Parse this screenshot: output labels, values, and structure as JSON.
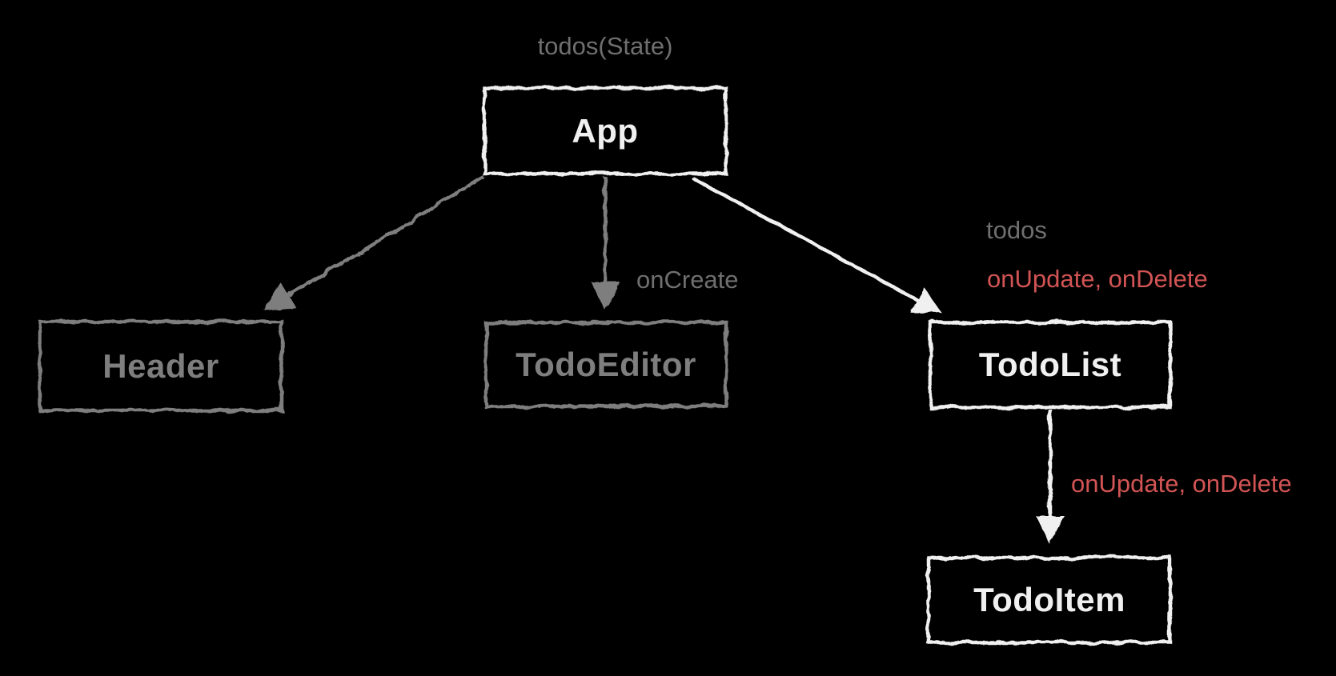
{
  "diagram": {
    "type": "component-tree",
    "nodes": [
      {
        "id": "app",
        "label": "App",
        "tone": "white"
      },
      {
        "id": "header",
        "label": "Header",
        "tone": "gray"
      },
      {
        "id": "todo-editor",
        "label": "TodoEditor",
        "tone": "gray"
      },
      {
        "id": "todo-list",
        "label": "TodoList",
        "tone": "white"
      },
      {
        "id": "todo-item",
        "label": "TodoItem",
        "tone": "white"
      }
    ],
    "edges": [
      {
        "from": "app",
        "to": "header",
        "tone": "gray"
      },
      {
        "from": "app",
        "to": "todo-editor",
        "tone": "gray",
        "label": "onCreate"
      },
      {
        "from": "app",
        "to": "todo-list",
        "tone": "white",
        "labels": [
          "todos",
          "onUpdate, onDelete"
        ]
      },
      {
        "from": "todo-list",
        "to": "todo-item",
        "tone": "white",
        "label": "onUpdate, onDelete"
      }
    ],
    "edge_labels": {
      "todos_state": "todos(State)",
      "on_create": "onCreate",
      "todos": "todos",
      "on_update_delete_top": "onUpdate, onDelete",
      "on_update_delete_bottom": "onUpdate, onDelete"
    }
  },
  "colors": {
    "background": "#000000",
    "white": "#f0f0f0",
    "gray": "#7e7e7e",
    "label_gray": "#6f6f6f",
    "red": "#d25454"
  }
}
